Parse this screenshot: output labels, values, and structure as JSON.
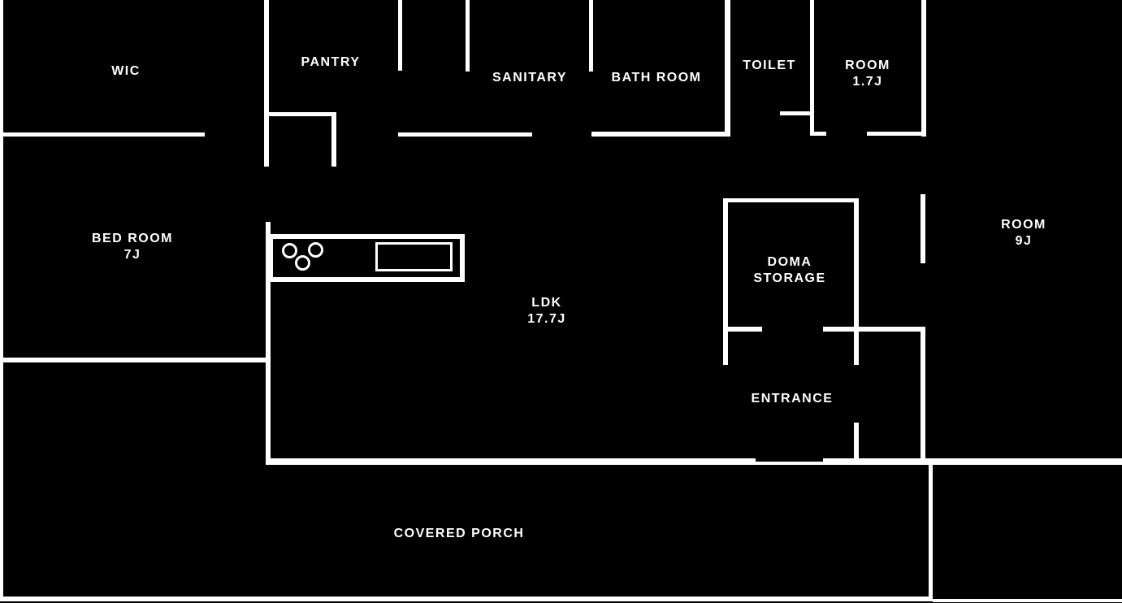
{
  "title": "apartment-floor-plan",
  "colors": {
    "background": "#000000",
    "lines": "#ffffff",
    "text": "#ffffff"
  },
  "rooms": {
    "wic": {
      "name": "WIC"
    },
    "pantry": {
      "name": "PANTRY"
    },
    "sanitary": {
      "name": "SANITARY"
    },
    "bath_room": {
      "name": "BATH ROOM"
    },
    "toilet": {
      "name": "TOILET"
    },
    "room_1_7j": {
      "name": "ROOM",
      "area": "1.7J"
    },
    "bed_room": {
      "name": "BED ROOM",
      "area": "7J"
    },
    "ldk": {
      "name": "LDK",
      "area": "17.7J"
    },
    "doma_storage": {
      "name": "DOMA",
      "name2": "STORAGE"
    },
    "room_9j": {
      "name": "ROOM",
      "area": "9J"
    },
    "entrance": {
      "name": "ENTRANCE"
    },
    "covered_porch": {
      "name": "COVERED PORCH"
    }
  },
  "fixtures": {
    "kitchen": {
      "burner_count": 3,
      "icons": [
        "stove-burner-icon",
        "kitchen-sink-icon"
      ]
    }
  }
}
